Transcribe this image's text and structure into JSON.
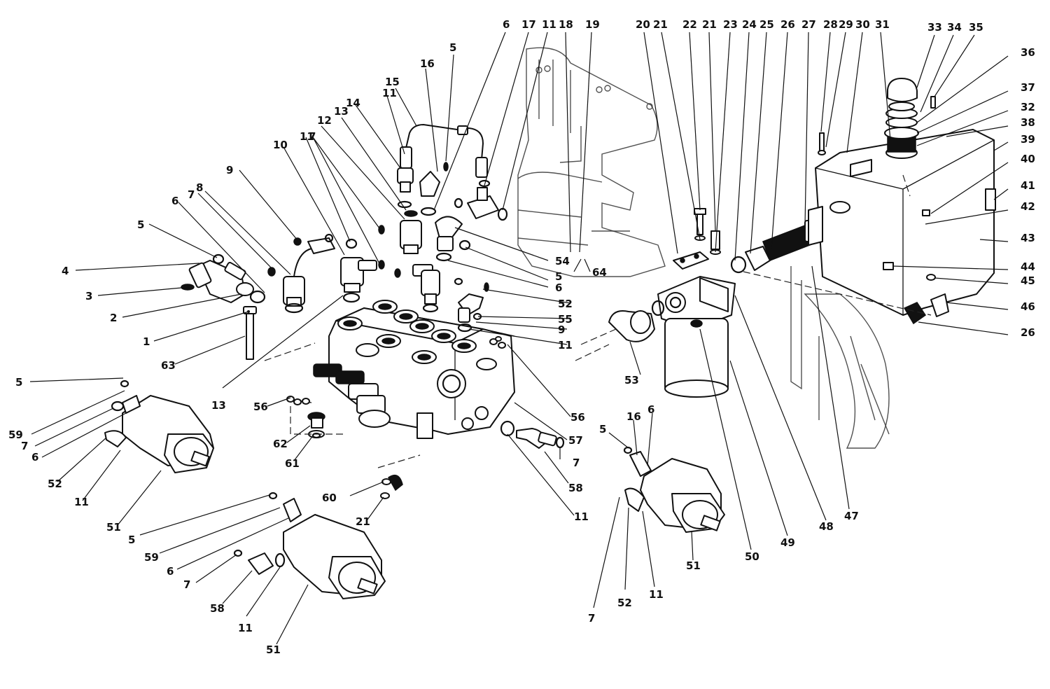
{
  "labels": [
    {
      "id": "l1",
      "text": "1"
    },
    {
      "id": "l2",
      "text": "2"
    },
    {
      "id": "l3",
      "text": "3"
    },
    {
      "id": "l4",
      "text": "4"
    },
    {
      "id": "l5a",
      "text": "5"
    },
    {
      "id": "l6a",
      "text": "6"
    },
    {
      "id": "l7a",
      "text": "7"
    },
    {
      "id": "l8",
      "text": "8"
    },
    {
      "id": "l9a",
      "text": "9"
    },
    {
      "id": "l10",
      "text": "10"
    },
    {
      "id": "l11a",
      "text": "11"
    },
    {
      "id": "l7b",
      "text": "7"
    },
    {
      "id": "l12",
      "text": "12"
    },
    {
      "id": "l13a",
      "text": "13"
    },
    {
      "id": "l14",
      "text": "14"
    },
    {
      "id": "l11b",
      "text": "11"
    },
    {
      "id": "l15",
      "text": "15"
    },
    {
      "id": "l16a",
      "text": "16"
    },
    {
      "id": "l5b",
      "text": "5"
    },
    {
      "id": "l6b",
      "text": "6"
    },
    {
      "id": "l17",
      "text": "17"
    },
    {
      "id": "l11c",
      "text": "11"
    },
    {
      "id": "l18",
      "text": "18"
    },
    {
      "id": "l19",
      "text": "19"
    },
    {
      "id": "l20",
      "text": "20"
    },
    {
      "id": "l21a",
      "text": "21"
    },
    {
      "id": "l22",
      "text": "22"
    },
    {
      "id": "l21b",
      "text": "21"
    },
    {
      "id": "l23",
      "text": "23"
    },
    {
      "id": "l24",
      "text": "24"
    },
    {
      "id": "l25",
      "text": "25"
    },
    {
      "id": "l26a",
      "text": "26"
    },
    {
      "id": "l27",
      "text": "27"
    },
    {
      "id": "l28",
      "text": "28"
    },
    {
      "id": "l29",
      "text": "29"
    },
    {
      "id": "l30",
      "text": "30"
    },
    {
      "id": "l31",
      "text": "31"
    },
    {
      "id": "l33",
      "text": "33"
    },
    {
      "id": "l34",
      "text": "34"
    },
    {
      "id": "l35",
      "text": "35"
    },
    {
      "id": "l36",
      "text": "36"
    },
    {
      "id": "l37",
      "text": "37"
    },
    {
      "id": "l32",
      "text": "32"
    },
    {
      "id": "l38",
      "text": "38"
    },
    {
      "id": "l39",
      "text": "39"
    },
    {
      "id": "l40",
      "text": "40"
    },
    {
      "id": "l41",
      "text": "41"
    },
    {
      "id": "l42",
      "text": "42"
    },
    {
      "id": "l43",
      "text": "43"
    },
    {
      "id": "l44",
      "text": "44"
    },
    {
      "id": "l45",
      "text": "45"
    },
    {
      "id": "l46",
      "text": "46"
    },
    {
      "id": "l26b",
      "text": "26"
    },
    {
      "id": "l54",
      "text": "54"
    },
    {
      "id": "l64",
      "text": "64"
    },
    {
      "id": "l5c",
      "text": "5"
    },
    {
      "id": "l6c",
      "text": "6"
    },
    {
      "id": "l52a",
      "text": "52"
    },
    {
      "id": "l55",
      "text": "55"
    },
    {
      "id": "l9b",
      "text": "9"
    },
    {
      "id": "l11d",
      "text": "11"
    },
    {
      "id": "l63",
      "text": "63"
    },
    {
      "id": "l13b",
      "text": "13"
    },
    {
      "id": "l5d",
      "text": "5"
    },
    {
      "id": "l59a",
      "text": "59"
    },
    {
      "id": "l7c",
      "text": "7"
    },
    {
      "id": "l6d",
      "text": "6"
    },
    {
      "id": "l52b",
      "text": "52"
    },
    {
      "id": "l11e",
      "text": "11"
    },
    {
      "id": "l51a",
      "text": "51"
    },
    {
      "id": "l56a",
      "text": "56"
    },
    {
      "id": "l62",
      "text": "62"
    },
    {
      "id": "l61",
      "text": "61"
    },
    {
      "id": "l56b",
      "text": "56"
    },
    {
      "id": "l57",
      "text": "57"
    },
    {
      "id": "l7d",
      "text": "7"
    },
    {
      "id": "l58a",
      "text": "58"
    },
    {
      "id": "l11f",
      "text": "11"
    },
    {
      "id": "l53",
      "text": "53"
    },
    {
      "id": "l60",
      "text": "60"
    },
    {
      "id": "l21c",
      "text": "21"
    },
    {
      "id": "l5e",
      "text": "5"
    },
    {
      "id": "l59b",
      "text": "59"
    },
    {
      "id": "l6e",
      "text": "6"
    },
    {
      "id": "l7e",
      "text": "7"
    },
    {
      "id": "l58b",
      "text": "58"
    },
    {
      "id": "l11g",
      "text": "11"
    },
    {
      "id": "l51b",
      "text": "51"
    },
    {
      "id": "l5f",
      "text": "5"
    },
    {
      "id": "l16b",
      "text": "16"
    },
    {
      "id": "l6f",
      "text": "6"
    },
    {
      "id": "l7f",
      "text": "7"
    },
    {
      "id": "l52c",
      "text": "52"
    },
    {
      "id": "l11h",
      "text": "11"
    },
    {
      "id": "l51c",
      "text": "51"
    },
    {
      "id": "l50",
      "text": "50"
    },
    {
      "id": "l49",
      "text": "49"
    },
    {
      "id": "l48",
      "text": "48"
    },
    {
      "id": "l47",
      "text": "47"
    }
  ]
}
